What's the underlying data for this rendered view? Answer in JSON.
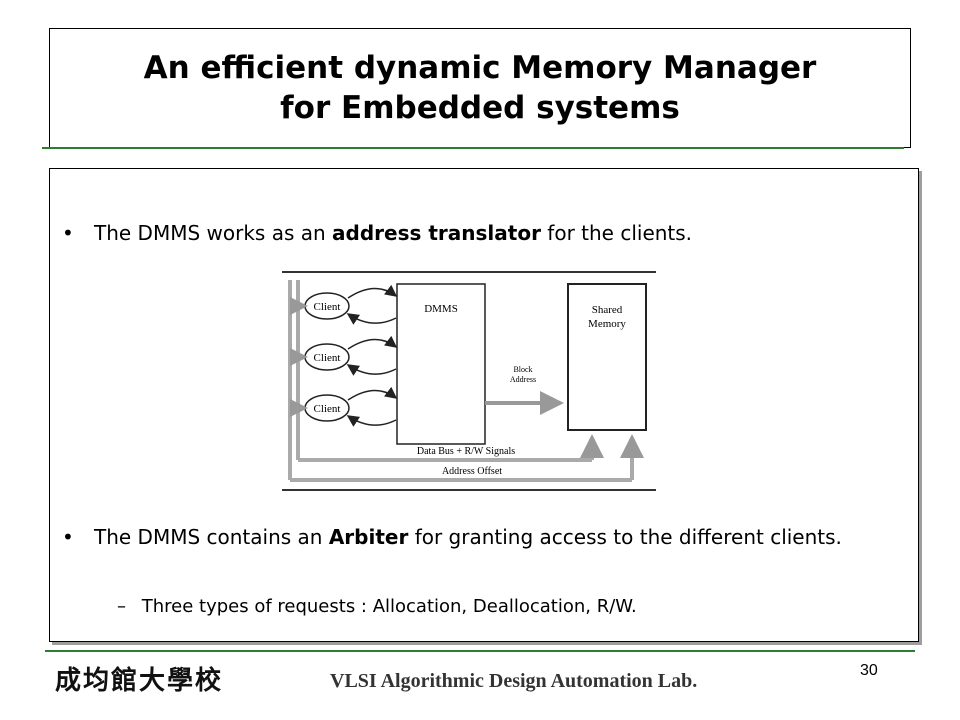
{
  "title": {
    "line1": "An efficient dynamic Memory Manager",
    "line2": "for Embedded systems"
  },
  "bullets": [
    {
      "marker": "•",
      "before": "The DMMS works as an ",
      "bold": "address translator",
      "after": " for the clients."
    },
    {
      "marker": "•",
      "before": "The DMMS contains an ",
      "bold": "Arbiter",
      "after": " for granting access to the different clients."
    }
  ],
  "sub_bullets": [
    {
      "marker": "–",
      "text": "Three types of requests : Allocation, Deallocation, R/W."
    }
  ],
  "diagram": {
    "clients": [
      "Client",
      "Client",
      "Client"
    ],
    "dmms_label": "DMMS",
    "memory_label_line1": "Shared",
    "memory_label_line2": "Memory",
    "block_label_line1": "Block",
    "block_label_line2": "Address",
    "data_bus_label": "Data Bus + R/W Signals",
    "address_offset_label": "Address Offset"
  },
  "footer": {
    "university": "成均館大學校",
    "lab": "VLSI Algorithmic Design Automation Lab.",
    "page_number": "30"
  }
}
